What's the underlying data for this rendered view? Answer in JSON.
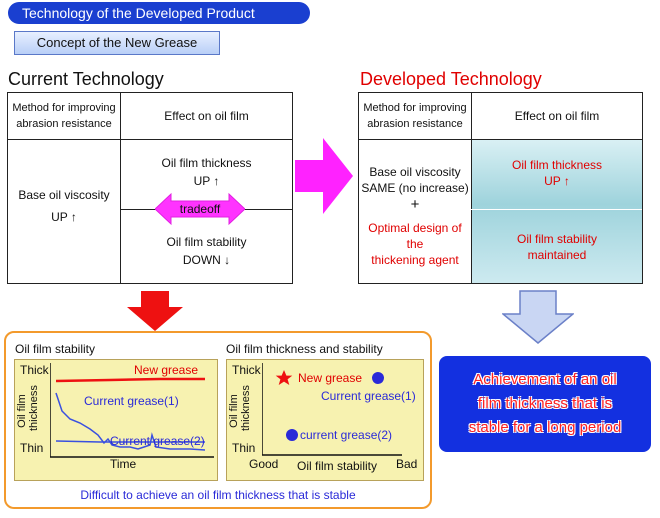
{
  "header": {
    "title": "Technology of the Developed Product",
    "concept": "Concept of the New Grease"
  },
  "current": {
    "title": "Current Technology",
    "col1_header": "Method for improving abrasion resistance",
    "col2_header": "Effect on oil film",
    "method_line1": "Base oil viscosity",
    "method_line2": "UP ↑",
    "effect_top_line1": "Oil film thickness",
    "effect_top_line2": "UP ↑",
    "tradeoff": "tradeoff",
    "effect_bottom_line1": "Oil film stability",
    "effect_bottom_line2": "DOWN ↓"
  },
  "developed": {
    "title": "Developed Technology",
    "col1_header": "Method for improving abrasion resistance",
    "col2_header": "Effect on oil film",
    "method_line1": "Base oil viscosity",
    "method_line2": "SAME (no increase)",
    "plus": "+",
    "method_red1": "Optimal design of",
    "method_red2": "the",
    "method_red3": "thickening agent",
    "effect_top_line1": "Oil film thickness",
    "effect_top_line2": "UP ↑",
    "effect_bottom_line1": "Oil film stability",
    "effect_bottom_line2": "maintained"
  },
  "charts": {
    "left": {
      "title": "Oil film stability",
      "y_top": "Thick",
      "y_bottom": "Thin",
      "y_label": "Oil film thickness",
      "x_label": "Time",
      "series_new": "New grease",
      "series_cur1": "Current grease(1)",
      "series_cur2": "Current grease(2)"
    },
    "right": {
      "title": "Oil film thickness and stability",
      "y_top": "Thick",
      "y_bottom": "Thin",
      "y_label": "Oil film thickness",
      "x_left": "Good",
      "x_right": "Bad",
      "x_label": "Oil film stability",
      "pt_new": "New grease",
      "pt_cur1": "Current grease(1)",
      "pt_cur2": "current grease(2)"
    },
    "caption": "Difficult to achieve an oil film thickness that is stable"
  },
  "achievement": {
    "line1": "Achievement of an oil",
    "line2": "film thickness that is",
    "line3": "stable for a long period"
  },
  "colors": {
    "header_blue": "#1a3fd0",
    "magenta": "#ff33ff",
    "red": "#e00000",
    "orange": "#f39a2c",
    "yellow": "#f7f2b0",
    "navy_dot": "#2a2ad8"
  }
}
